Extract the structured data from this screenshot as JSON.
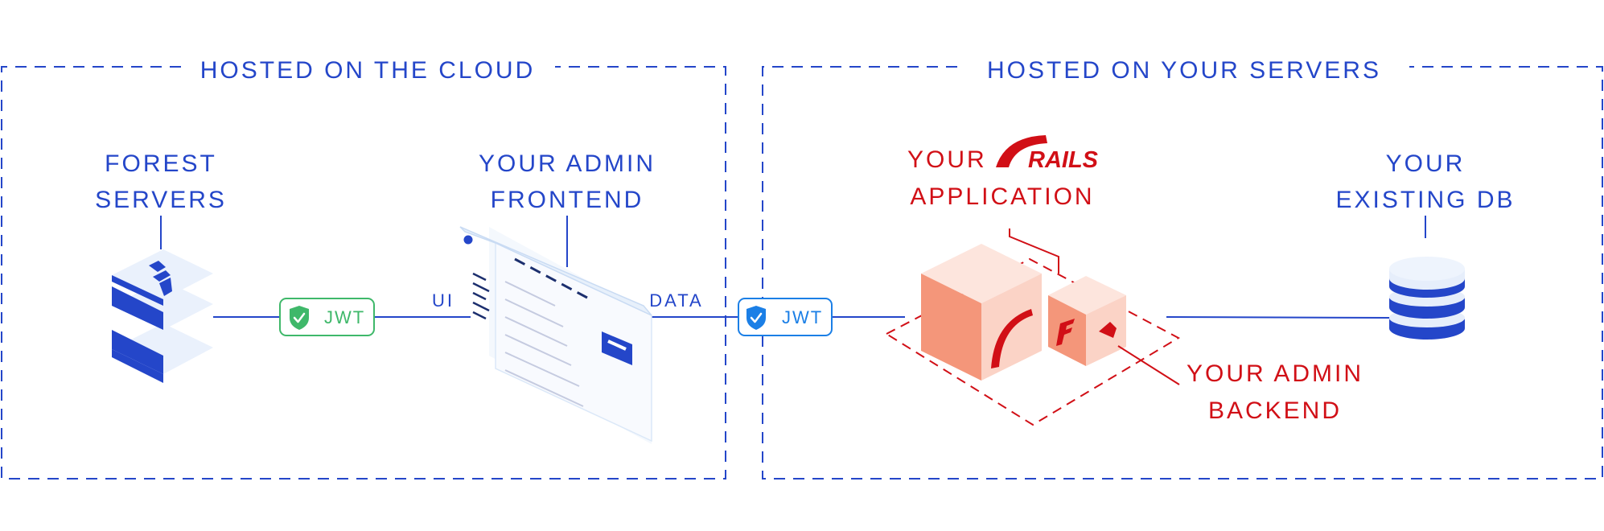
{
  "zones": {
    "cloud": {
      "title": "HOSTED ON THE CLOUD"
    },
    "servers": {
      "title": "HOSTED ON YOUR SERVERS"
    }
  },
  "nodes": {
    "forest_servers": {
      "line1": "FOREST",
      "line2": "SERVERS"
    },
    "admin_frontend": {
      "line1": "YOUR ADMIN",
      "line2": "FRONTEND"
    },
    "rails_app": {
      "line1": "YOUR",
      "logo_text": "RAILS",
      "line2": "APPLICATION"
    },
    "existing_db": {
      "line1": "YOUR",
      "line2": "EXISTING DB"
    },
    "admin_backend": {
      "line1": "YOUR ADMIN",
      "line2": "BACKEND"
    }
  },
  "connections": {
    "ui_label": "UI",
    "data_label": "DATA",
    "jwt_left": "JWT",
    "jwt_right": "JWT"
  },
  "colors": {
    "blue": "#2446c9",
    "red": "#d10f16",
    "green": "#3fb86a",
    "badge_blue": "#1b7fe6",
    "salmon_dark": "#f4967a",
    "salmon_light": "#fbd3c6"
  },
  "icons": [
    "forest-logo-icon",
    "shield-check-icon",
    "browser-window-icon",
    "rails-logo-icon",
    "cube-icon",
    "database-icon"
  ]
}
